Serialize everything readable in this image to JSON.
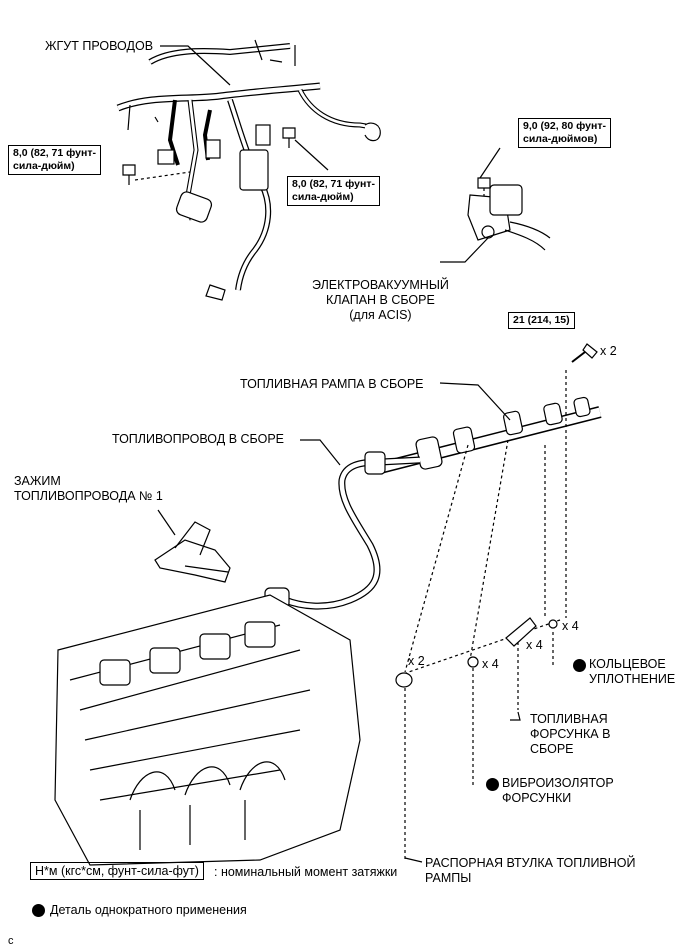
{
  "labels": {
    "wire_harness": "ЖГУТ ПРОВОДОВ",
    "vsv_line1": "ЭЛЕКТРОВАКУУМНЫЙ",
    "vsv_line2": "КЛАПАН В СБОРЕ",
    "vsv_line3": "(для ACIS)",
    "fuel_rail": "ТОПЛИВНАЯ РАМПА В СБОРЕ",
    "fuel_pipe": "ТОПЛИВОПРОВОД В СБОРЕ",
    "clamp_line1": "ЗАЖИМ",
    "clamp_line2": "ТОПЛИВОПРОВОДА № 1",
    "o_ring_line1": "КОЛЬЦЕВОЕ",
    "o_ring_line2": "УПЛОТНЕНИЕ",
    "injector_line1": "ТОПЛИВНАЯ",
    "injector_line2": "ФОРСУНКА В",
    "injector_line3": "СБОРЕ",
    "insulator_line1": "ВИБРОИЗОЛЯТОР",
    "insulator_line2": "ФОРСУНКИ",
    "spacer_line1": "РАСПОРНАЯ ВТУЛКА ТОПЛИВНОЙ",
    "spacer_line2": "РАМПЫ"
  },
  "torques": {
    "left_bolt_l1": "8,0 (82, 71 фунт-",
    "left_bolt_l2": "сила-дюйм)",
    "mid_bolt_l1": "8,0 (82, 71 фунт-",
    "mid_bolt_l2": "сила-дюйм)",
    "vsv_bolt_l1": "9,0 (92, 80 фунт-",
    "vsv_bolt_l2": "сила-дюймов)",
    "rail_bolt": "21 (214, 15)"
  },
  "quantities": {
    "rail_bolt": "x 2",
    "o_ring": "x 4",
    "injector": "x 4",
    "insulator": "x 4",
    "spacer": "x 2"
  },
  "legend": {
    "torque_box": "Н*м (кгс*см, фунт-сила-фут)",
    "torque_text": ": номинальный момент затяжки",
    "non_reusable": "Деталь однократного применения"
  },
  "corner_mark": "c"
}
